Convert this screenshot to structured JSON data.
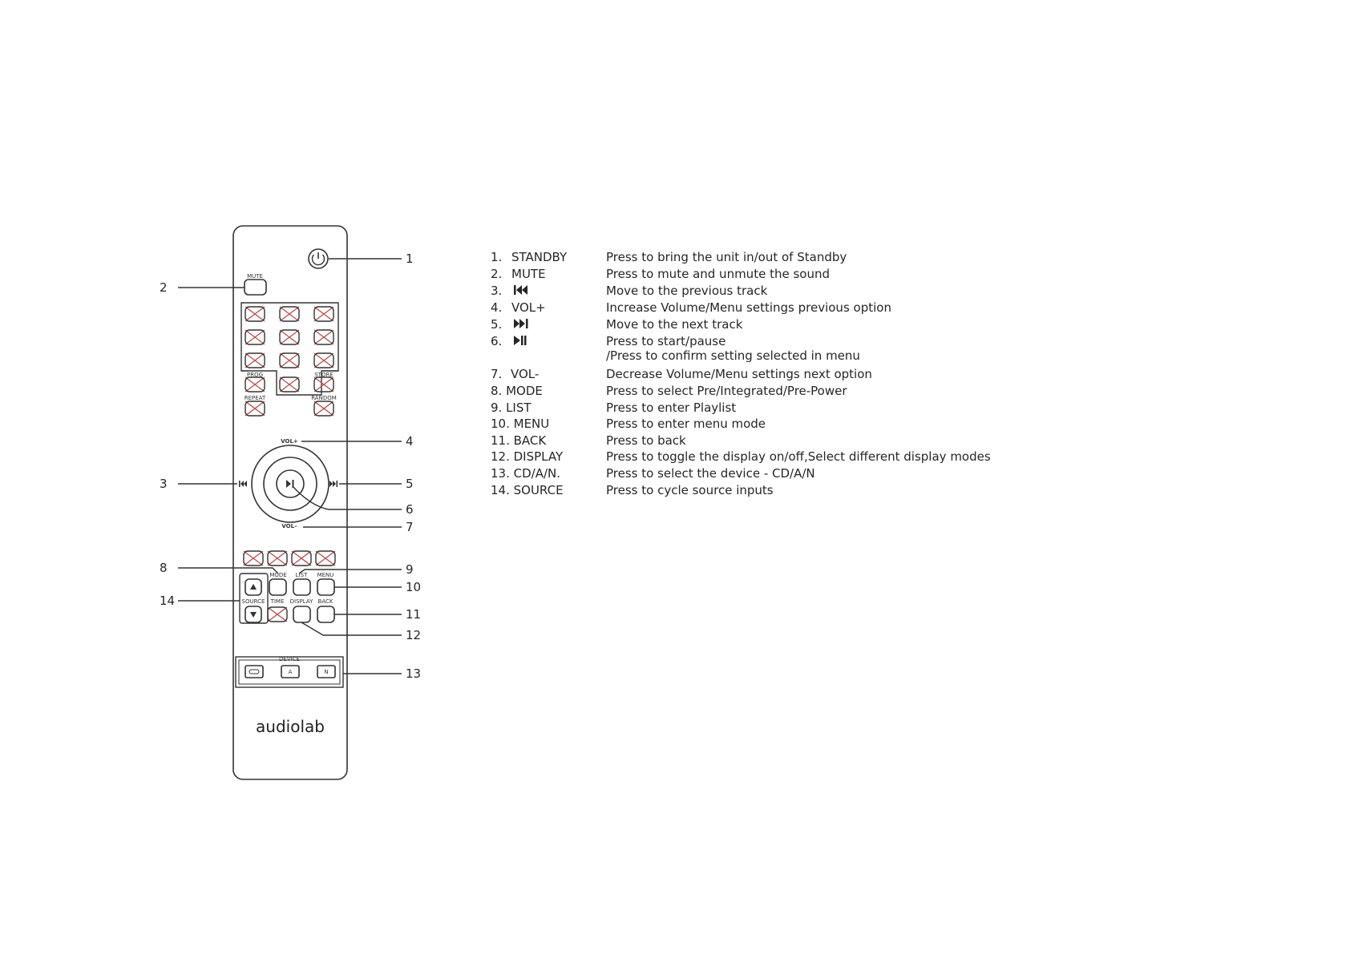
{
  "colors": {
    "line": "#333333",
    "cross": "#c0504d",
    "text": "#262626"
  },
  "remote": {
    "labels": {
      "mute": "MUTE",
      "prog": "PROG",
      "store": "STORE",
      "repeat": "REPEAT",
      "random": "RANDOM",
      "vol_plus": "VOL+",
      "vol_minus": "VOL–",
      "mode": "MODE",
      "list": "LIST",
      "menu": "MENU",
      "source": "SOURCE",
      "time": "TIME",
      "display": "DISPLAY",
      "back": "BACK",
      "device": "DEVICE",
      "device_a": "A",
      "device_n": "N"
    },
    "brand": "audiolab"
  },
  "callouts": {
    "c1": "1",
    "c2": "2",
    "c3": "3",
    "c4": "4",
    "c5": "5",
    "c6": "6",
    "c7": "7",
    "c8": "8",
    "c9": "9",
    "c10": "10",
    "c11": "11",
    "c12": "12",
    "c13": "13",
    "c14": "14"
  },
  "legend": [
    {
      "num": "1.",
      "label": "STANDBY",
      "icon": "",
      "desc": "Press to bring the unit in/out of Standby",
      "desc2": ""
    },
    {
      "num": "2.",
      "label": "MUTE",
      "icon": "",
      "desc": "Press to mute and unmute the sound",
      "desc2": ""
    },
    {
      "num": "3.",
      "label": "",
      "icon": "previous-track",
      "desc": "Move to the previous track",
      "desc2": ""
    },
    {
      "num": "4.",
      "label": "VOL+",
      "icon": "",
      "desc": "Increase Volume/Menu settings previous option",
      "desc2": ""
    },
    {
      "num": "5.",
      "label": "",
      "icon": "next-track",
      "desc": "Move to the next track",
      "desc2": ""
    },
    {
      "num": "6.",
      "label": "",
      "icon": "play-pause",
      "desc": "Press to start/pause",
      "desc2": "/Press to confirm setting selected in menu"
    },
    {
      "num": "7.",
      "label": "VOL-",
      "icon": "",
      "desc": "Decrease Volume/Menu settings next option",
      "desc2": ""
    },
    {
      "num": "",
      "label": "8. MODE",
      "icon": "",
      "desc": "Press to select Pre/Integrated/Pre-Power",
      "desc2": ""
    },
    {
      "num": "",
      "label": "9. LIST",
      "icon": "",
      "desc": "Press to enter Playlist",
      "desc2": ""
    },
    {
      "num": "",
      "label": "10. MENU",
      "icon": "",
      "desc": "Press to enter menu mode",
      "desc2": ""
    },
    {
      "num": "",
      "label": "11. BACK",
      "icon": "",
      "desc": "Press to back",
      "desc2": ""
    },
    {
      "num": "",
      "label": "12. DISPLAY",
      "icon": "",
      "desc": "Press to toggle the display on/off,Select different display modes",
      "desc2": ""
    },
    {
      "num": "",
      "label": "13. CD/A/N.",
      "icon": "",
      "desc": "Press to select the device - CD/A/N",
      "desc2": ""
    },
    {
      "num": "",
      "label": "14. SOURCE",
      "icon": "",
      "desc": "Press to cycle source inputs",
      "desc2": ""
    }
  ]
}
